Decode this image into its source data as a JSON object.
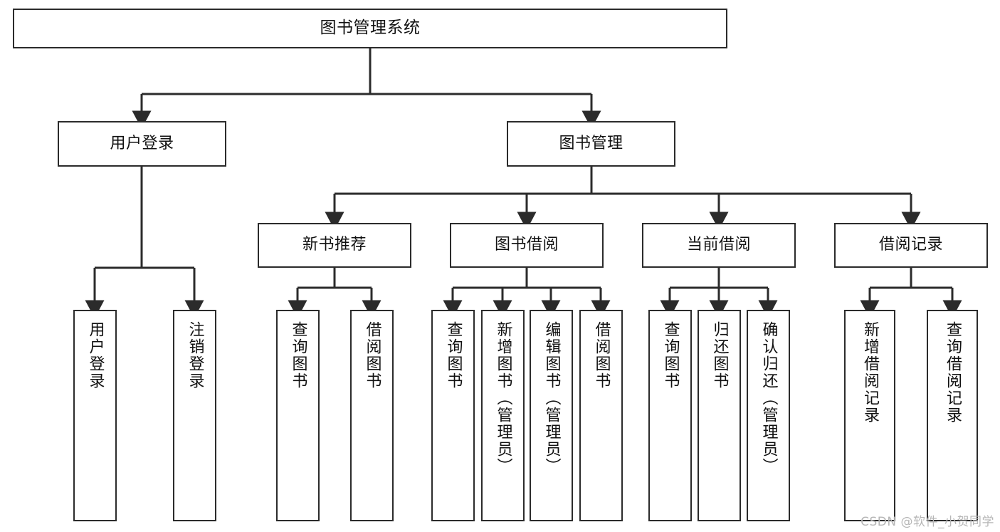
{
  "diagram": {
    "title": "图书管理系统",
    "type": "tree",
    "watermark": "CSDN @软件_小贺同学",
    "colors": {
      "border": "#2b2b2b",
      "background": "#ffffff",
      "text": "#111111",
      "edge": "#2b2b2b",
      "watermark": "#b6b6b6"
    },
    "nodes": {
      "root": {
        "label": "图书管理系统"
      },
      "level2": [
        {
          "label": "用户登录"
        },
        {
          "label": "图书管理"
        }
      ],
      "level3": [
        {
          "label": "新书推荐"
        },
        {
          "label": "图书借阅"
        },
        {
          "label": "当前借阅"
        },
        {
          "label": "借阅记录"
        }
      ],
      "leaves": {
        "user_login": [
          {
            "label": "用户登录"
          },
          {
            "label": "注销登录"
          }
        ],
        "new_book": [
          {
            "label": "查询图书"
          },
          {
            "label": "借阅图书"
          }
        ],
        "book_borrow": [
          {
            "label": "查询图书"
          },
          {
            "label": "新增图书（管理员）"
          },
          {
            "label": "编辑图书（管理员）"
          },
          {
            "label": "借阅图书"
          }
        ],
        "current_borrow": [
          {
            "label": "查询图书"
          },
          {
            "label": "归还图书"
          },
          {
            "label": "确认归还（管理员）"
          }
        ],
        "borrow_record": [
          {
            "label": "新增借阅记录"
          },
          {
            "label": "查询借阅记录"
          }
        ]
      }
    }
  }
}
